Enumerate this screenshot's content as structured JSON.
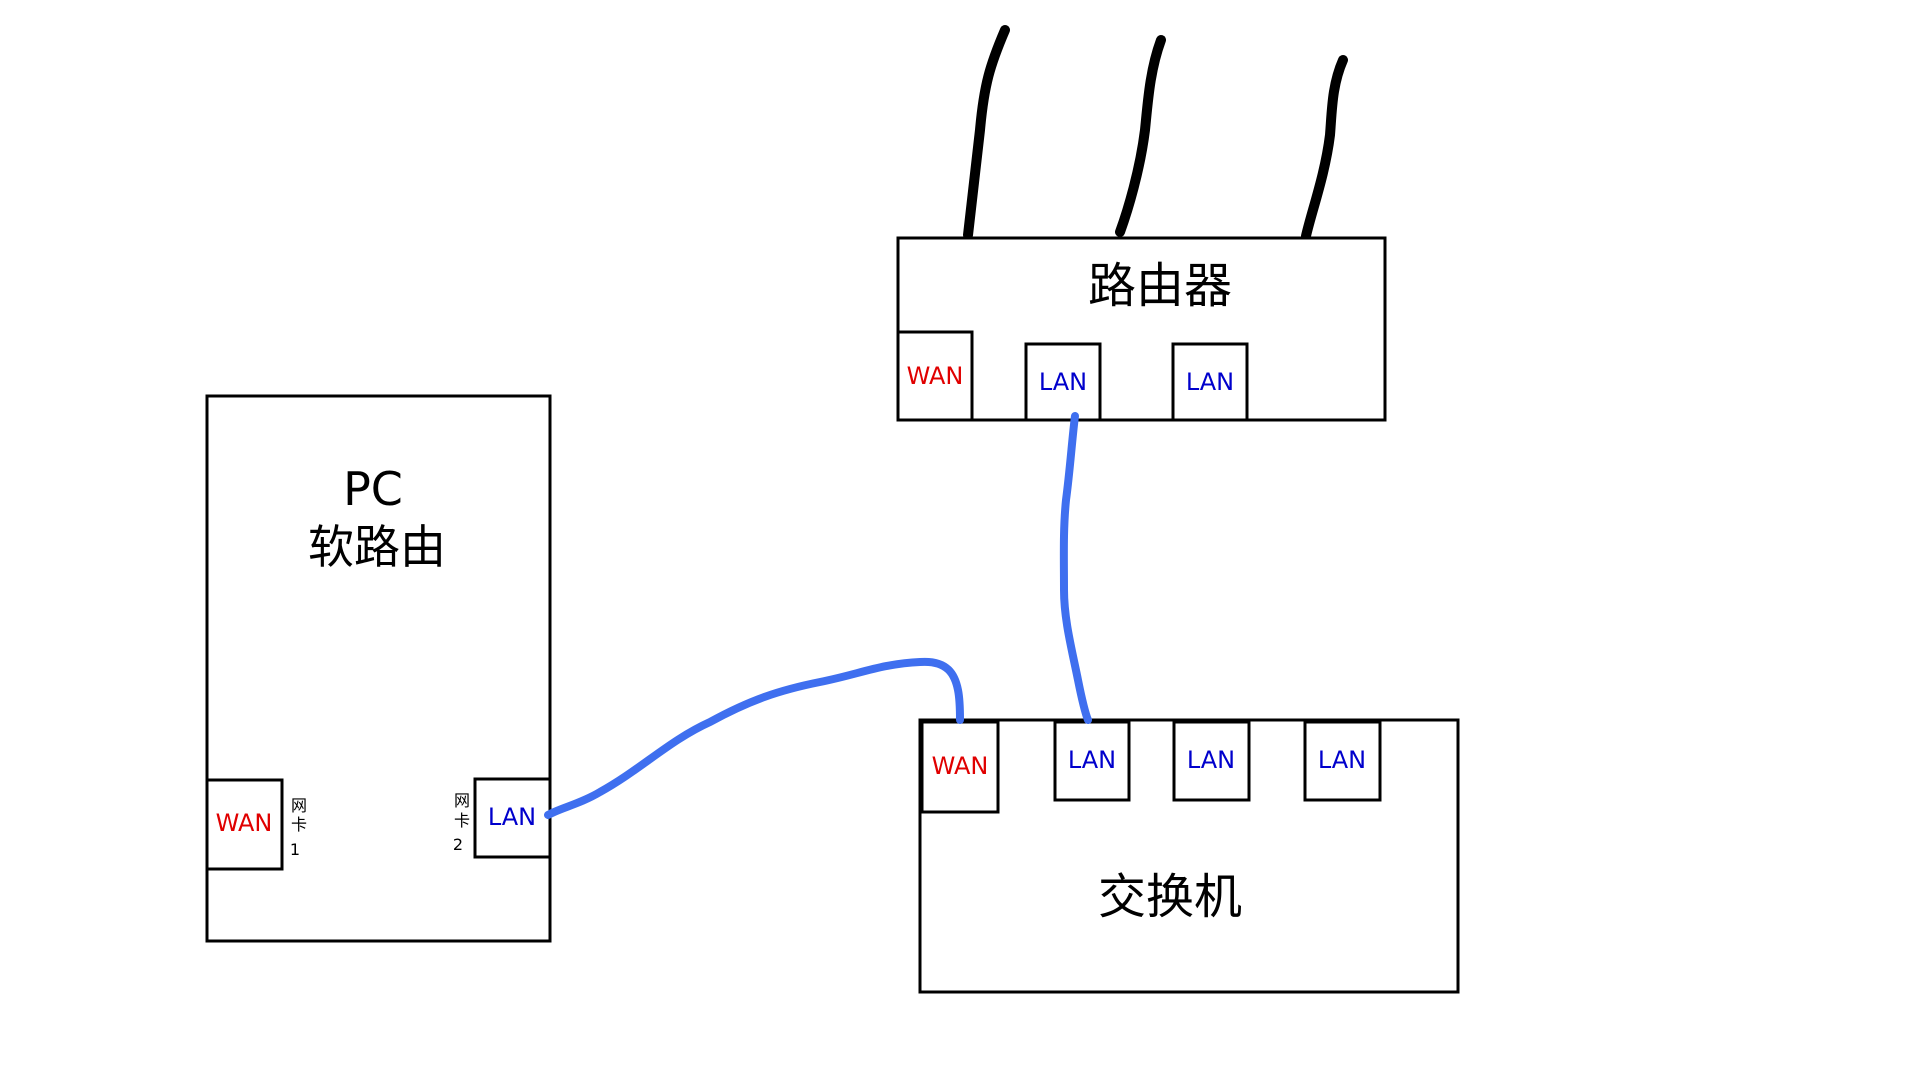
{
  "pc": {
    "title": "PC",
    "subtitle": "软路由",
    "wan_port": "WAN",
    "lan_port": "LAN",
    "nic1": [
      "网",
      "卡",
      "1"
    ],
    "nic2": [
      "网",
      "卡",
      "2"
    ]
  },
  "router": {
    "title": "路由器",
    "wan_port": "WAN",
    "lan_ports": [
      "LAN",
      "LAN"
    ]
  },
  "switch": {
    "title": "交换机",
    "wan_port": "WAN",
    "lan_ports": [
      "LAN",
      "LAN",
      "LAN"
    ]
  },
  "colors": {
    "cable": "#3f6fef",
    "wan_text": "#e00000",
    "lan_text": "#0000cc"
  }
}
